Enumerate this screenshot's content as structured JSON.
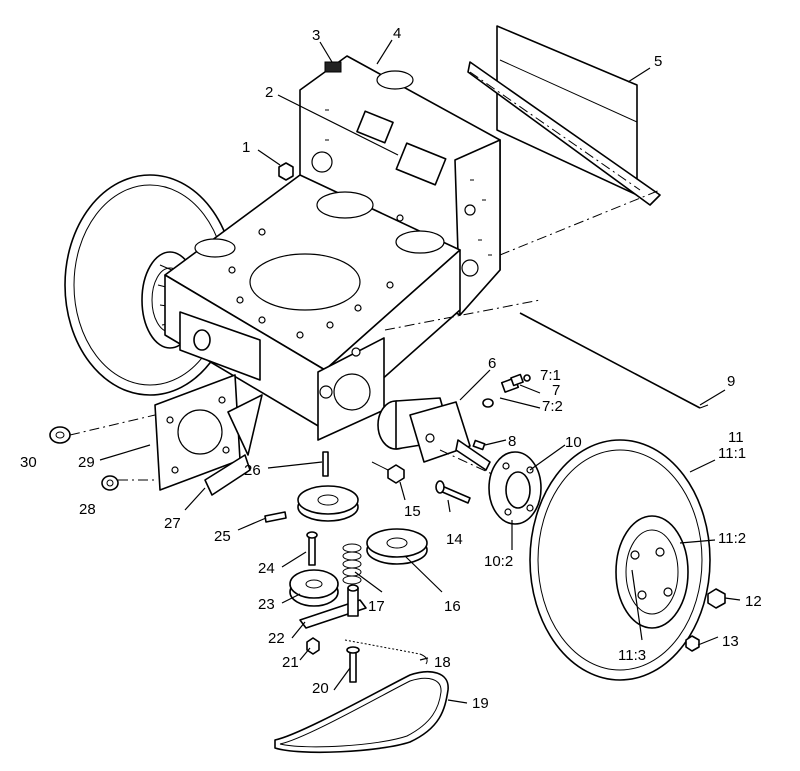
{
  "callouts": {
    "c1": "1",
    "c2": "2",
    "c3": "3",
    "c4": "4",
    "c5": "5",
    "c6": "6",
    "c7": "7",
    "c7_1": "7:1",
    "c7_2": "7:2",
    "c8": "8",
    "c9": "9",
    "c10": "10",
    "c10_2": "10:2",
    "c11": "11",
    "c11_1": "11:1",
    "c11_2": "11:2",
    "c11_3": "11:3",
    "c12": "12",
    "c13": "13",
    "c14": "14",
    "c15": "15",
    "c16": "16",
    "c17": "17",
    "c18": "18",
    "c19": "19",
    "c20": "20",
    "c21": "21",
    "c22": "22",
    "c23": "23",
    "c24": "24",
    "c25": "25",
    "c26": "26",
    "c27": "27",
    "c28": "28",
    "c29": "29",
    "c30": "30"
  }
}
